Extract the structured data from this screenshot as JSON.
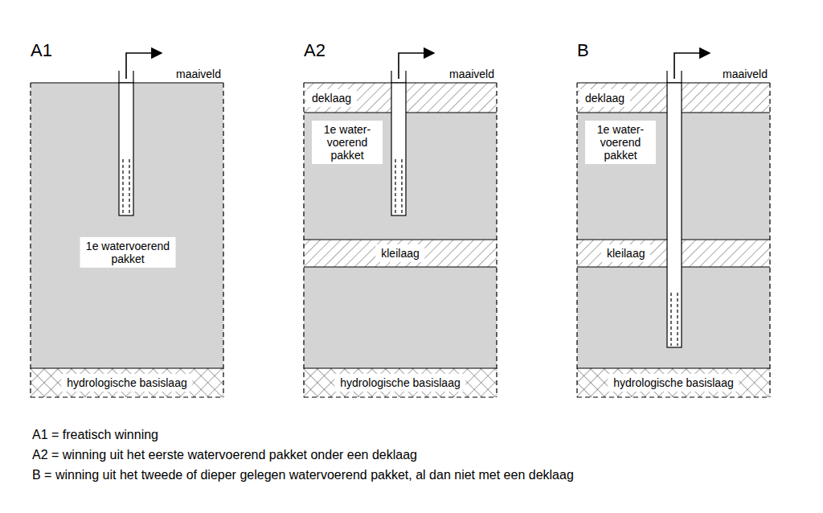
{
  "diagram": {
    "nodes": [
      {
        "text": [
          "A1"
        ]
      },
      {
        "text": [
          "1e watervoerend pakket"
        ],
        "in": 0
      },
      {
        "text": [
          "hydrologische basislaag"
        ],
        "in": 0
      },
      {
        "text": [
          "A2"
        ]
      },
      {
        "text": [
          "deklaag"
        ],
        "in": 3
      },
      {
        "text": [
          "1e water- voerend pakket"
        ],
        "in": 3
      },
      {
        "text": [
          "kleilaag"
        ],
        "in": 3
      },
      {
        "text": [
          "hydrologische basislaag"
        ],
        "in": 3
      },
      {
        "text": [
          "B"
        ]
      },
      {
        "text": [
          "deklaag"
        ],
        "in": 8
      },
      {
        "text": [
          "1e water- voerend pakket"
        ],
        "in": 8
      },
      {
        "text": [
          "kleilaag"
        ],
        "in": 8
      },
      {
        "text": [
          "hydrologische basislaag"
        ],
        "in": 8
      }
    ],
    "labels": [
      "maaiveld",
      "maaiveld",
      "maaiveld",
      "A1 = freatisch winning",
      "A2 = winning uit het eerste watervoerend pakket onder een deklaag",
      "B = winning uit het tweede of dieper gelegen watervoerend pakket, al dan niet met een deklaag"
    ]
  }
}
